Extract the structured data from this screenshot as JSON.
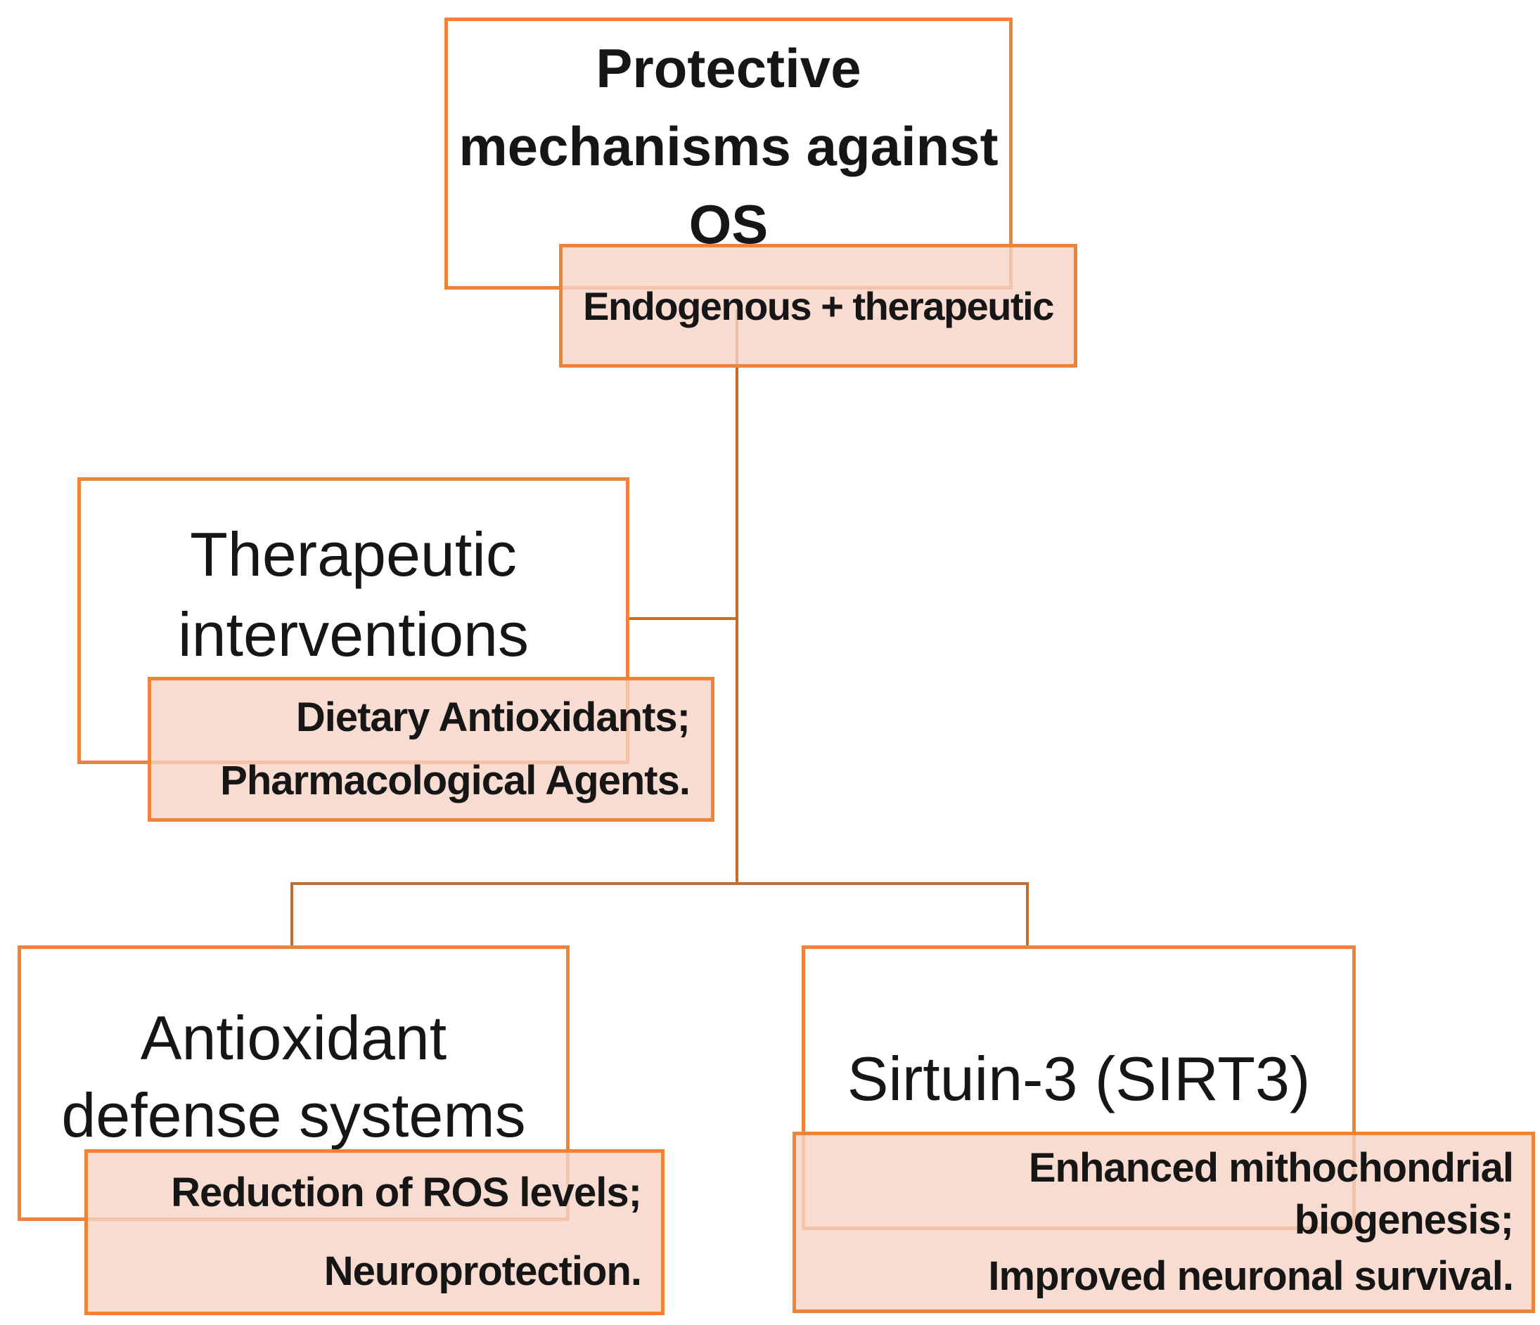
{
  "diagram": {
    "root": {
      "title": "Protective mechanisms against OS",
      "subtitle": "Endogenous + therapeutic"
    },
    "branches": [
      {
        "id": "therapeutic-interventions",
        "title": "Therapeutic interventions",
        "details": [
          "Dietary Antioxidants;",
          "Pharmacological Agents."
        ]
      },
      {
        "id": "antioxidant-defense-systems",
        "title": "Antioxidant defense systems",
        "details": [
          "Reduction of ROS levels;",
          "Neuroprotection."
        ]
      },
      {
        "id": "sirtuin-3",
        "title": "Sirtuin-3 (SIRT3)",
        "details": [
          "Enhanced mithochondrial biogenesis;",
          "Improved neuronal survival."
        ]
      }
    ]
  },
  "colors": {
    "box_border": "#ef8338",
    "connector_line": "#c96b2b",
    "subtitle_fill": "rgba(246,211,197,0.8)",
    "text": "#161616",
    "background": "#ffffff"
  }
}
